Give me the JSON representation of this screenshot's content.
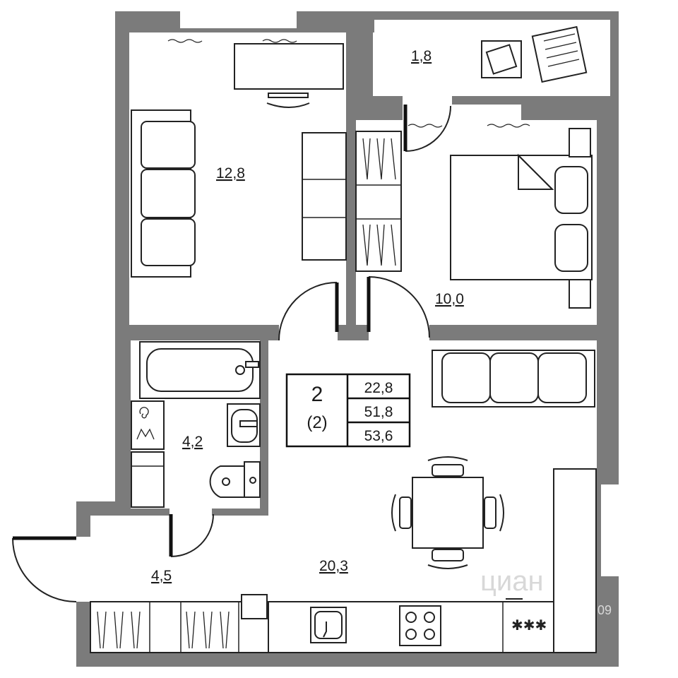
{
  "colors": {
    "wall": "#7b7b7b",
    "line": "#222222",
    "background": "#ffffff"
  },
  "rooms": [
    {
      "name": "room-living",
      "area": "12,8"
    },
    {
      "name": "room-balcony",
      "area": "1,8"
    },
    {
      "name": "room-bedroom",
      "area": "10,0"
    },
    {
      "name": "room-bathroom",
      "area": "4,2"
    },
    {
      "name": "room-hallway",
      "area": "4,5"
    },
    {
      "name": "room-kitchen-living",
      "area": "20,3"
    }
  ],
  "summary": {
    "rooms_count": "2",
    "rooms_count_sub": "(2)",
    "values": [
      "22,8",
      "51,8",
      "53,6"
    ]
  },
  "watermark": {
    "text": "циан",
    "digits": "09"
  },
  "icons": [
    "stove-icon",
    "sink-icon",
    "toilet-icon",
    "bathtub-icon",
    "washing-machine-icon",
    "bed-icon",
    "sofa-icon",
    "dining-table-icon",
    "chair-icon",
    "wardrobe-icon",
    "desk-icon"
  ]
}
